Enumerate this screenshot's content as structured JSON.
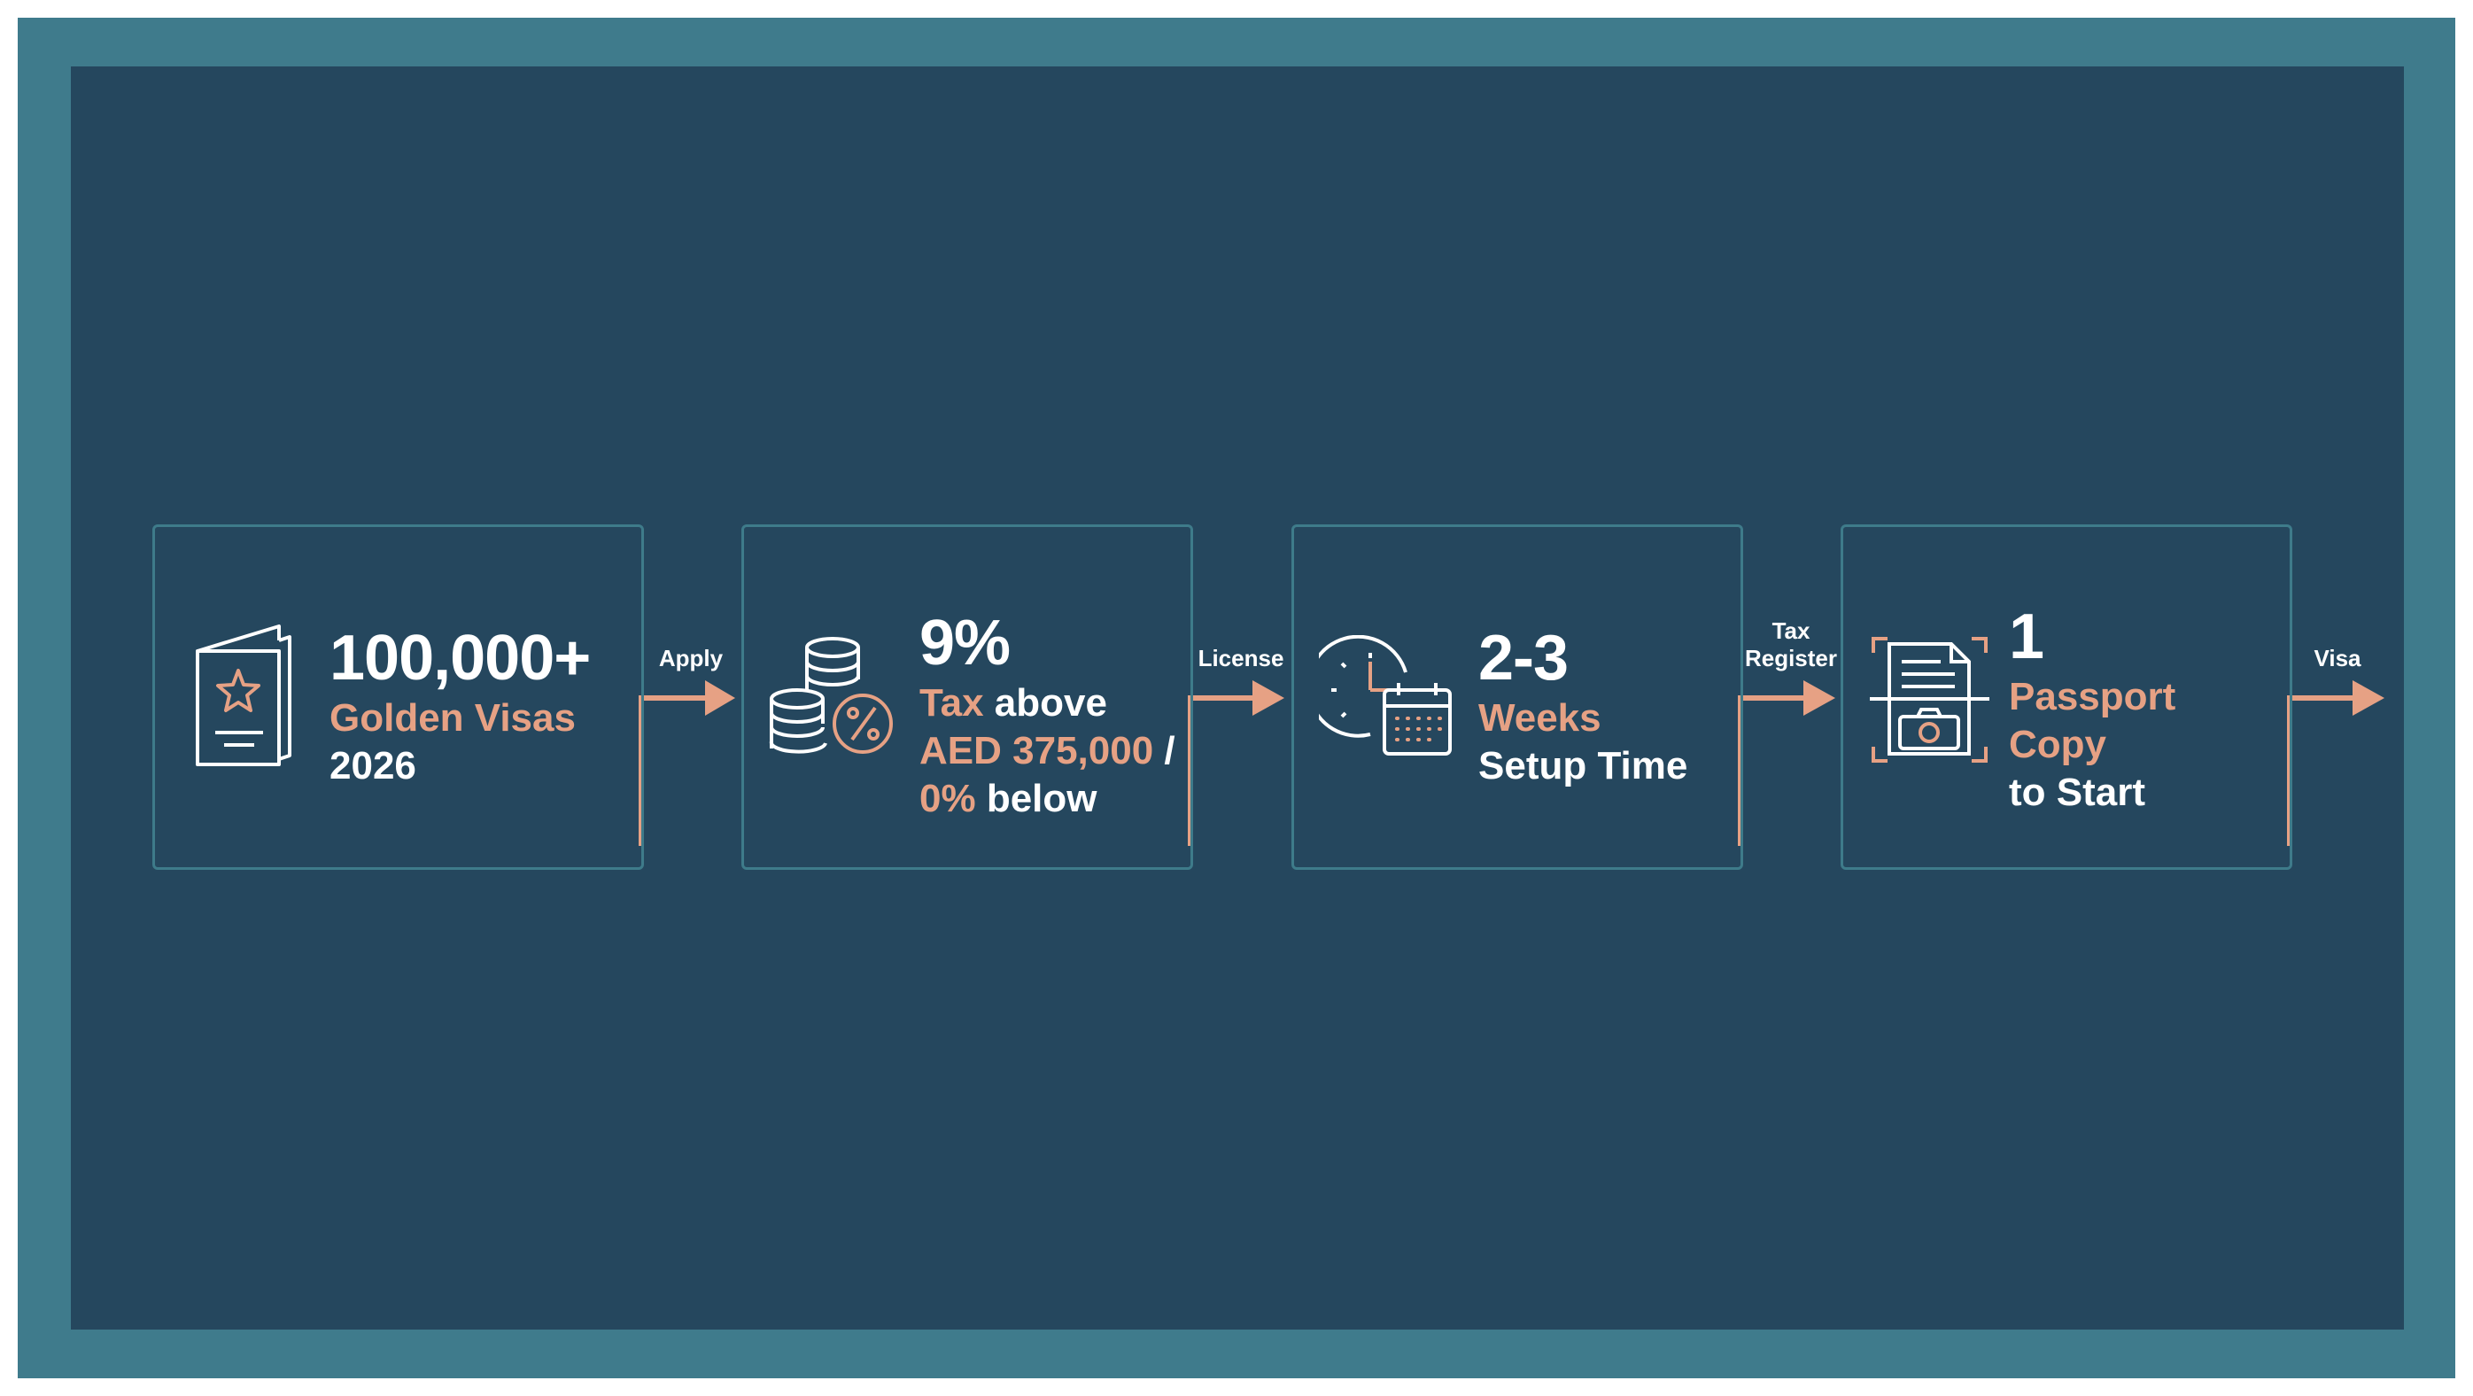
{
  "colors": {
    "frame": "#3f7b8c",
    "panel": "#25475e",
    "card_border": "#3e7b8a",
    "accent": "#e6a184",
    "text": "#ffffff"
  },
  "steps": [
    {
      "icon": "passport-star-icon",
      "value": "100,000+",
      "line1": {
        "accent": "Golden Visas",
        "plain": ""
      },
      "line2": {
        "accent": "",
        "plain": "2026"
      },
      "line3": {
        "accent": "",
        "plain": ""
      }
    },
    {
      "icon": "coins-percent-icon",
      "value": "9%",
      "line1": {
        "accent": "Tax",
        "plain": " above"
      },
      "line2": {
        "accent": "AED 375,000",
        "plain": " /"
      },
      "line3": {
        "accent": "0%",
        "plain": " below"
      }
    },
    {
      "icon": "clock-calendar-icon",
      "value": "2-3",
      "line1": {
        "accent": "Weeks",
        "plain": ""
      },
      "line2": {
        "accent": "",
        "plain": "Setup Time"
      },
      "line3": {
        "accent": "",
        "plain": ""
      }
    },
    {
      "icon": "document-scan-camera-icon",
      "value": "1",
      "line1": {
        "accent": "Passport",
        "plain": ""
      },
      "line2": {
        "accent": "Copy",
        "plain": ""
      },
      "line3": {
        "accent": "",
        "plain": "to Start"
      }
    }
  ],
  "connectors": [
    {
      "label_line1": "Apply",
      "label_line2": ""
    },
    {
      "label_line1": "License",
      "label_line2": ""
    },
    {
      "label_line1": "Tax",
      "label_line2": "Register"
    },
    {
      "label_line1": "Visa",
      "label_line2": ""
    }
  ]
}
